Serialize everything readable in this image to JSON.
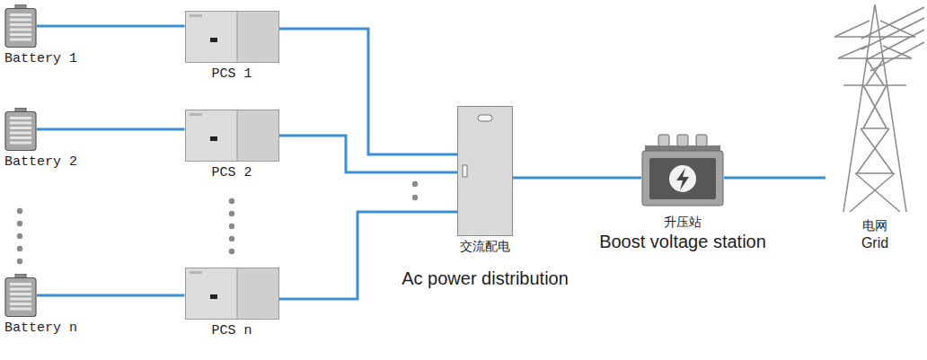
{
  "diagram": {
    "nodes": [
      {
        "text": [
          "Battery 1"
        ]
      },
      {
        "text": [
          "PCS 1"
        ]
      },
      {
        "text": [
          "Battery 2"
        ]
      },
      {
        "text": [
          "PCS 2"
        ]
      },
      {
        "text": [
          "Battery n"
        ]
      },
      {
        "text": [
          "PCS n"
        ]
      },
      {
        "text": [
          "交流配电",
          "Ac power distribution"
        ]
      },
      {
        "text": [
          "升压站",
          "Boost voltage station"
        ]
      },
      {
        "text": [
          "电网",
          "Grid"
        ]
      }
    ],
    "edges": [
      {
        "from": 0,
        "to": 1,
        "arrow": "none"
      },
      {
        "from": 2,
        "to": 3,
        "arrow": "none"
      },
      {
        "from": 4,
        "to": 5,
        "arrow": "none"
      },
      {
        "from": 1,
        "to": 6,
        "arrow": "none"
      },
      {
        "from": 3,
        "to": 6,
        "arrow": "none"
      },
      {
        "from": 5,
        "to": 6,
        "arrow": "none"
      },
      {
        "from": 6,
        "to": 7,
        "arrow": "none"
      },
      {
        "from": 7,
        "to": 8,
        "arrow": "none"
      }
    ]
  }
}
